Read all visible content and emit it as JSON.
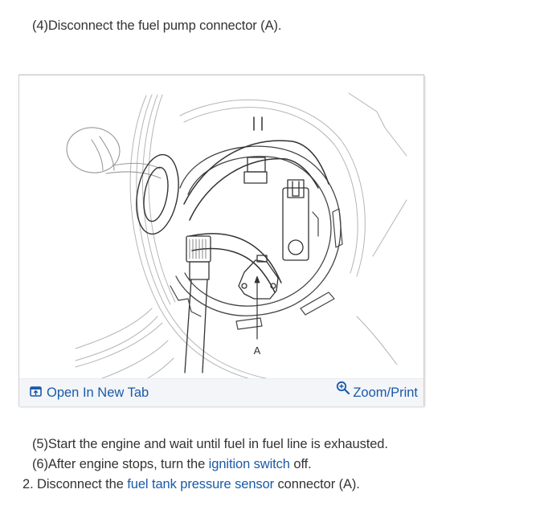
{
  "steps": {
    "step4": {
      "text": "(4)Disconnect the fuel pump connector (A)."
    },
    "step5": {
      "text": "(5)Start the engine and wait until fuel in fuel line is exhausted."
    },
    "step6": {
      "prefix": "(6)After engine stops, turn the ",
      "link": "ignition switch",
      "suffix": " off."
    },
    "step2": {
      "prefix": "2. Disconnect the ",
      "link": "fuel tank pressure sensor",
      "suffix": " connector (A)."
    }
  },
  "figure": {
    "callout_label": "A",
    "footer": {
      "open_tab_label": "Open In New Tab",
      "open_tab_icon": "open-in-new-tab-icon",
      "zoom_label": "Zoom/Print",
      "zoom_icon": "zoom-in-icon"
    }
  },
  "colors": {
    "text": "#333333",
    "link": "#1a5aa8",
    "footer_bg": "#f3f5f9",
    "border": "#d0d0d0"
  }
}
